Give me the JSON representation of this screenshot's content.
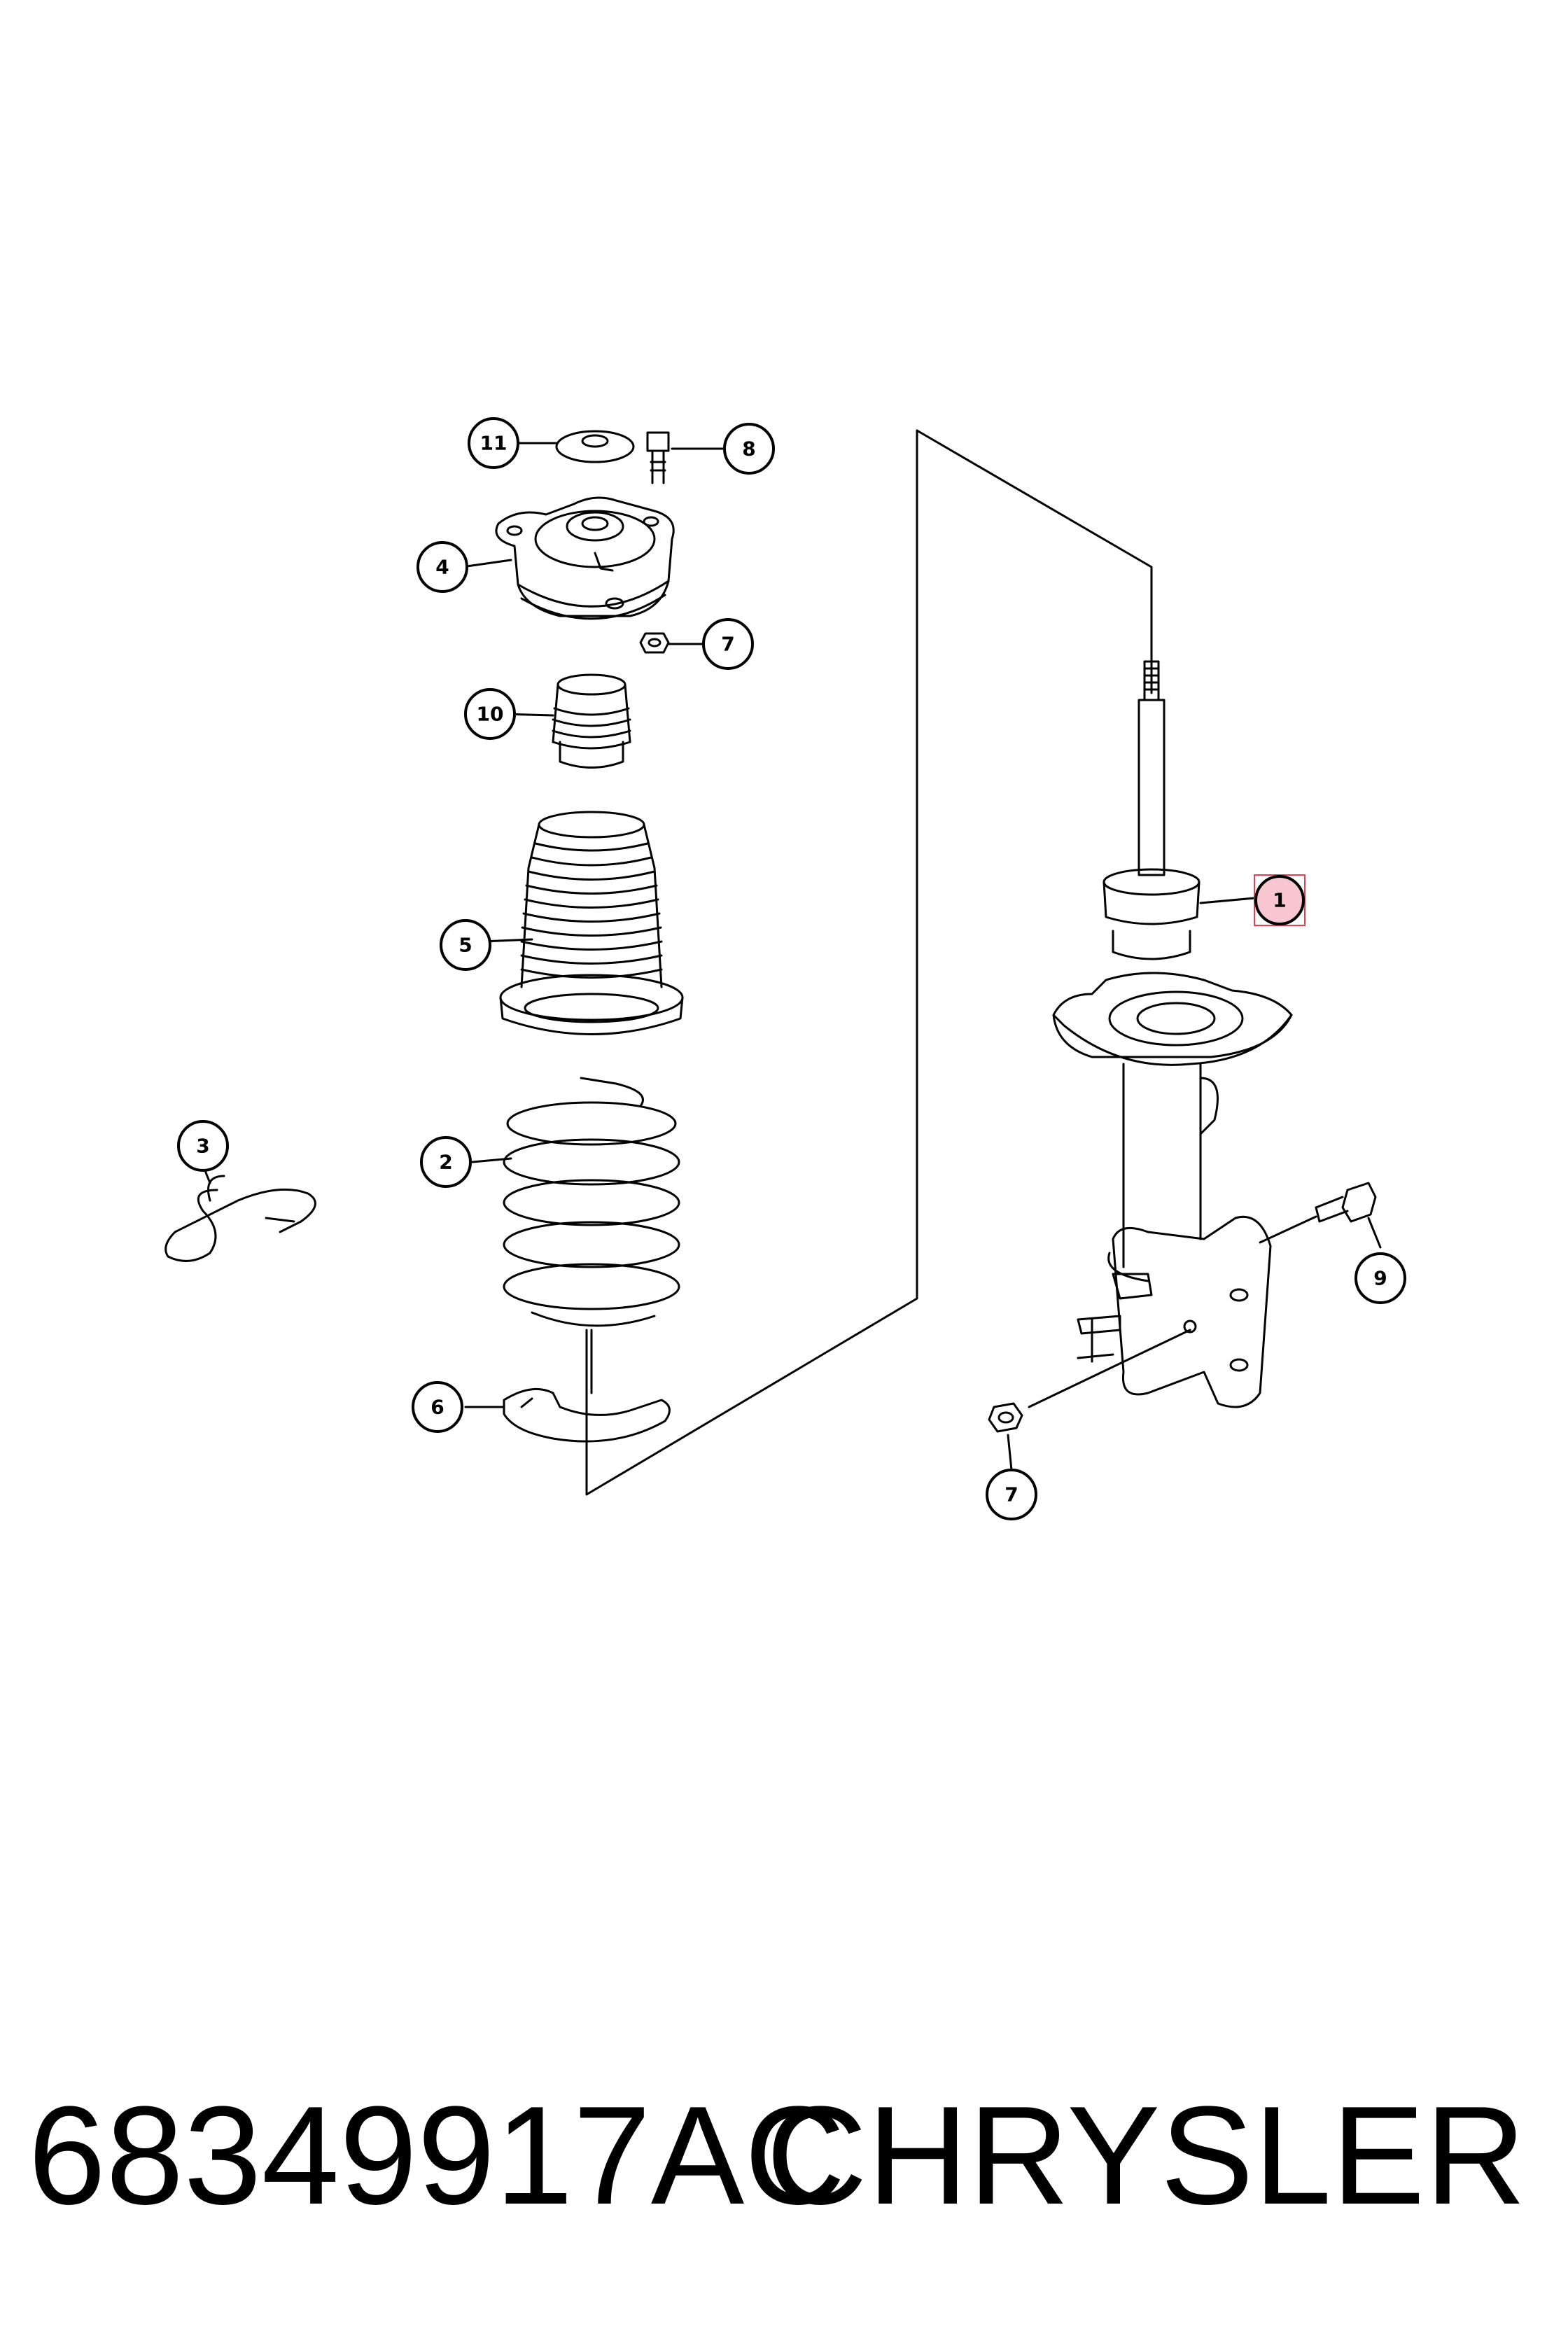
{
  "callouts": {
    "c1": "1",
    "c2": "2",
    "c3": "3",
    "c4": "4",
    "c5": "5",
    "c6": "6",
    "c7a": "7",
    "c7b": "7",
    "c8": "8",
    "c9": "9",
    "c10": "10",
    "c11": "11"
  },
  "highlighted_callout": "1",
  "highlight_color": "#f7c6d0",
  "footer": {
    "part_number": "68349917AC",
    "brand": "CHRYSLER"
  }
}
